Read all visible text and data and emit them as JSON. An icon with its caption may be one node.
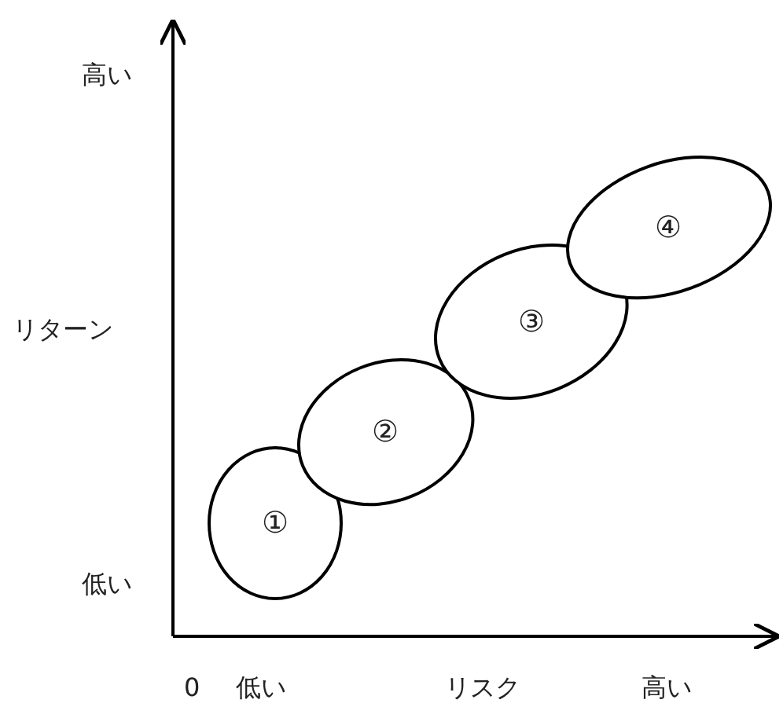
{
  "diagram": {
    "nodes": [
      {
        "text": [
          "①"
        ]
      },
      {
        "text": [
          "②"
        ]
      },
      {
        "text": [
          "③"
        ]
      },
      {
        "text": [
          "④"
        ]
      }
    ],
    "labels": [
      "高い",
      "リターン",
      "低い",
      "0",
      "低い",
      "リスク",
      "高い"
    ]
  }
}
